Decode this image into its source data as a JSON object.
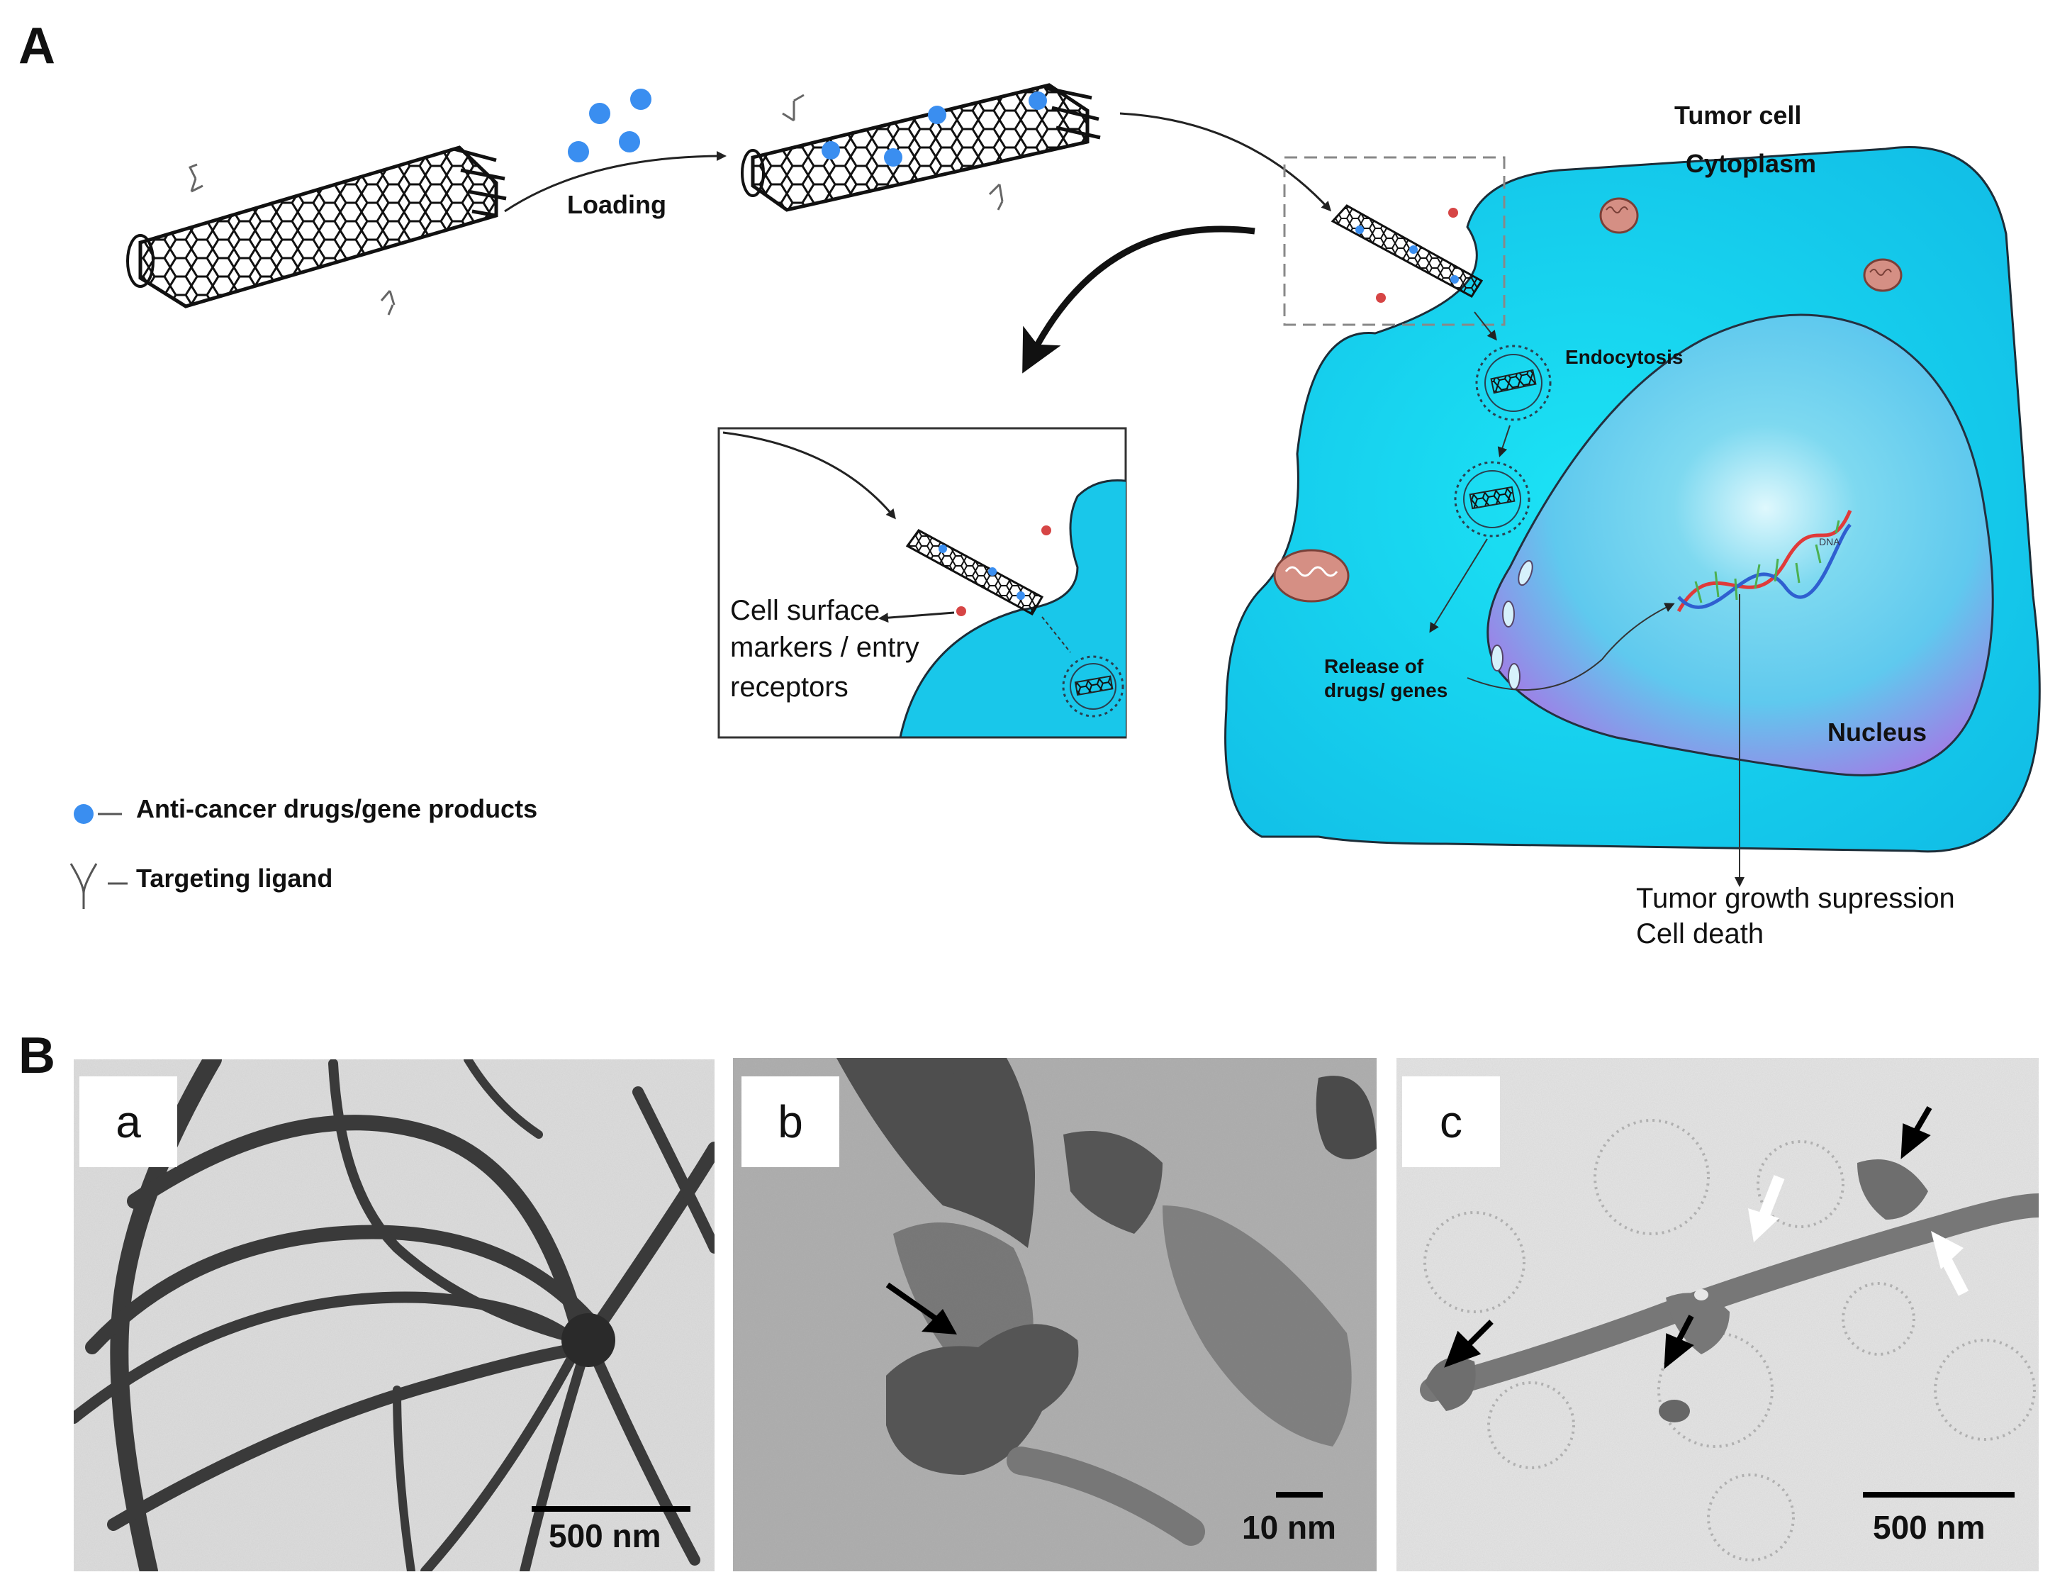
{
  "panel_a": {
    "letter": "A",
    "loading": "Loading",
    "tumor_cell": "Tumor cell",
    "cytoplasm": "Cytoplasm",
    "endocytosis": "Endocytosis",
    "release": [
      "Release of",
      "drugs/ genes"
    ],
    "dna": "DNA",
    "nucleus": "Nucleus",
    "outcome": [
      "Tumor growth supression",
      "Cell death"
    ],
    "inset_label": [
      "Cell surface",
      "markers / entry",
      "receptors"
    ],
    "legend": {
      "drugs": "Anti-cancer drugs/gene products",
      "ligand": "Targeting ligand"
    },
    "colors": {
      "cytoplasm": "#19c7ea",
      "nucleus": "#8b86e6",
      "drug": "#3a8ef0",
      "mitochondria": "#d58f84"
    }
  },
  "panel_b": {
    "letter": "B",
    "subpanels": [
      {
        "letter": "a",
        "scale": "500 nm"
      },
      {
        "letter": "b",
        "scale": "10 nm"
      },
      {
        "letter": "c",
        "scale": "500 nm"
      }
    ]
  }
}
